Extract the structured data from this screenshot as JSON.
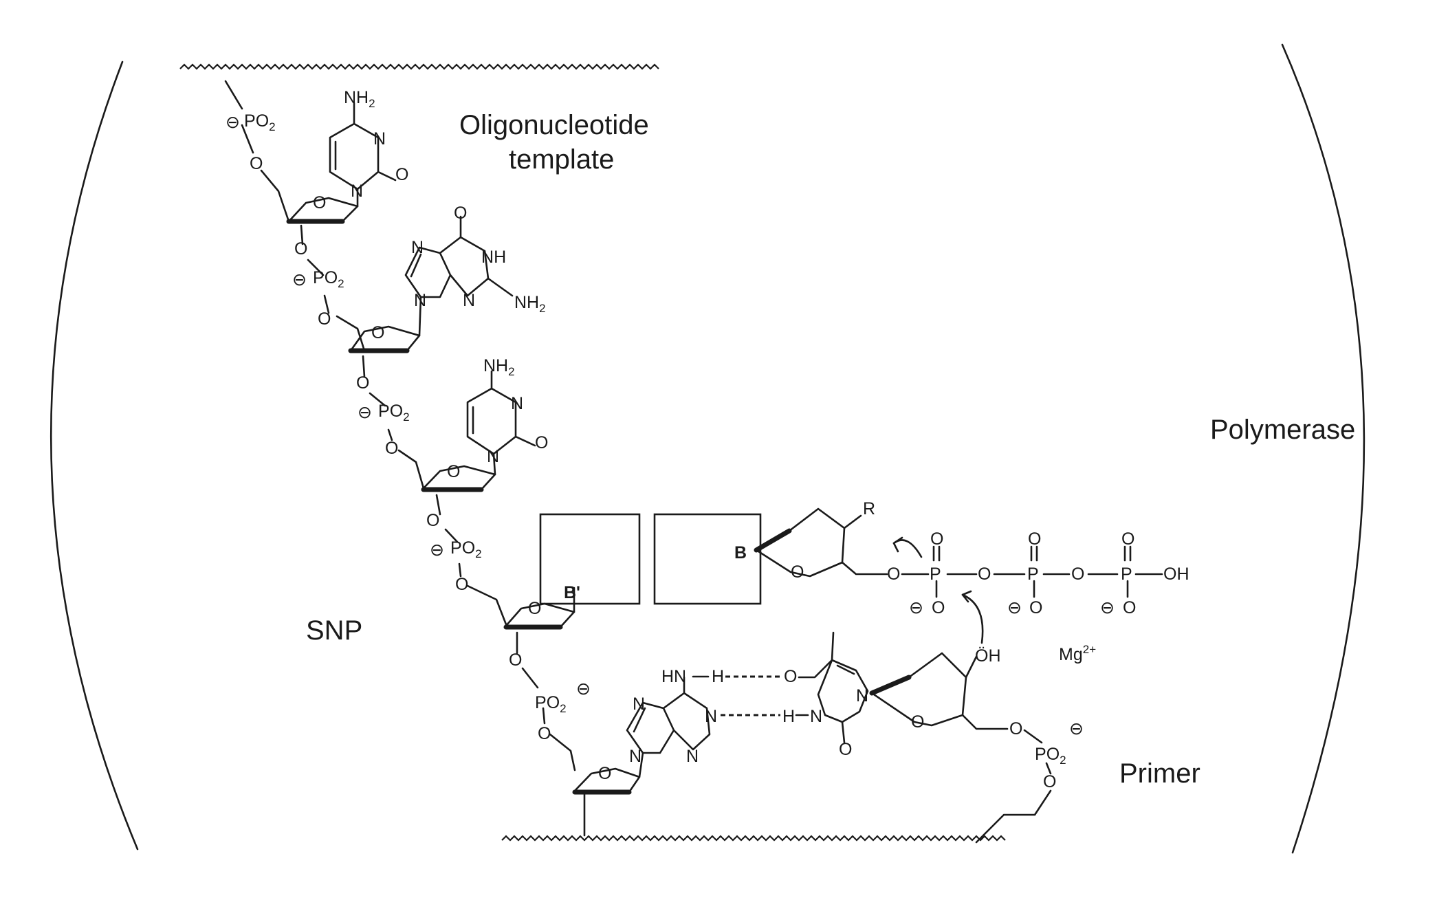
{
  "labels": {
    "template": [
      "Oligonucleotide",
      "template"
    ],
    "polymerase": "Polymerase",
    "snp": "SNP",
    "primer": "Primer",
    "magnesium": "Mg",
    "magnesium_charge": "2+"
  },
  "atoms": {
    "phosphate": "P",
    "phosphate_o2": "O",
    "two": "2",
    "oxygen": "O",
    "nitrogen": "N",
    "amine": "NH",
    "nh_group": "HN",
    "hydrogen": "H",
    "hydroxyl": "OH",
    "r_group": "R",
    "base_b": "B",
    "base_b_prime": "B'",
    "minus_charge": "⊖",
    "lone_pair_oh": "ÖH"
  }
}
